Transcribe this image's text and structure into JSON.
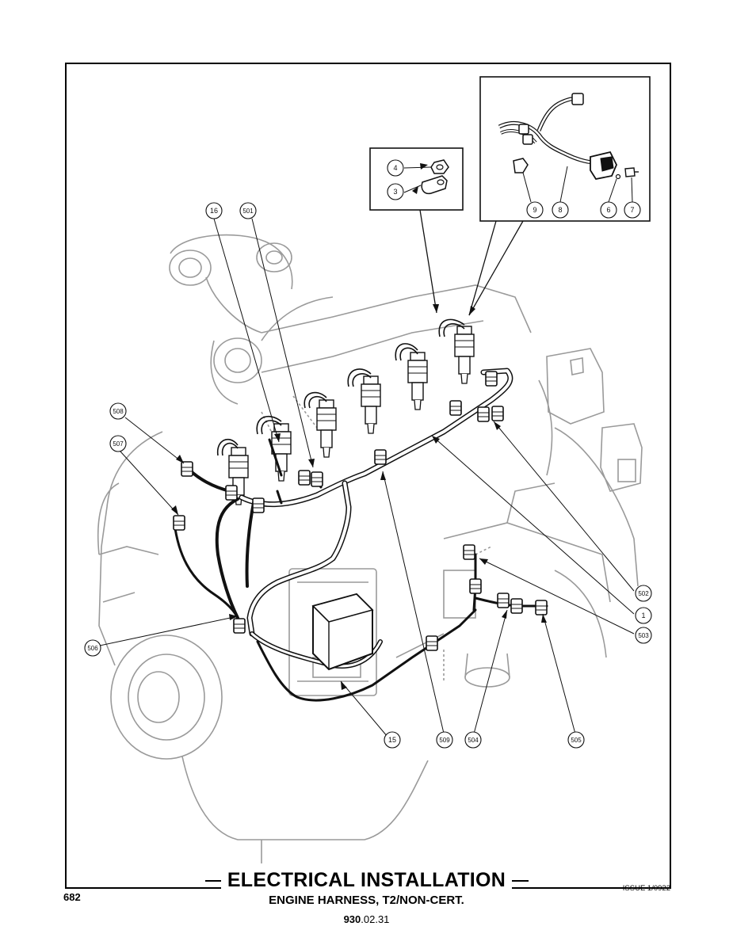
{
  "page_number": "682",
  "issue": "ISSUE 1/0922",
  "title": "ELECTRICAL INSTALLATION",
  "subtitle": "ENGINE HARNESS, T2/NON-CERT.",
  "code": {
    "bold": "930",
    "rest": ".02.31"
  },
  "inset_small": {
    "callouts": [
      "4",
      "3"
    ]
  },
  "inset_large": {
    "callouts": [
      "9",
      "8",
      "6",
      "7"
    ]
  },
  "callouts": {
    "c16": "16",
    "c501": "501",
    "c508": "508",
    "c507": "507",
    "c506": "506",
    "c502": "502",
    "c1": "1",
    "c503": "503",
    "c15": "15",
    "c509": "509",
    "c504": "504",
    "c505": "505"
  },
  "colors": {
    "line": "#000000",
    "engine_outline": "#9a9a9a",
    "harness": "#111111",
    "background": "#ffffff"
  }
}
